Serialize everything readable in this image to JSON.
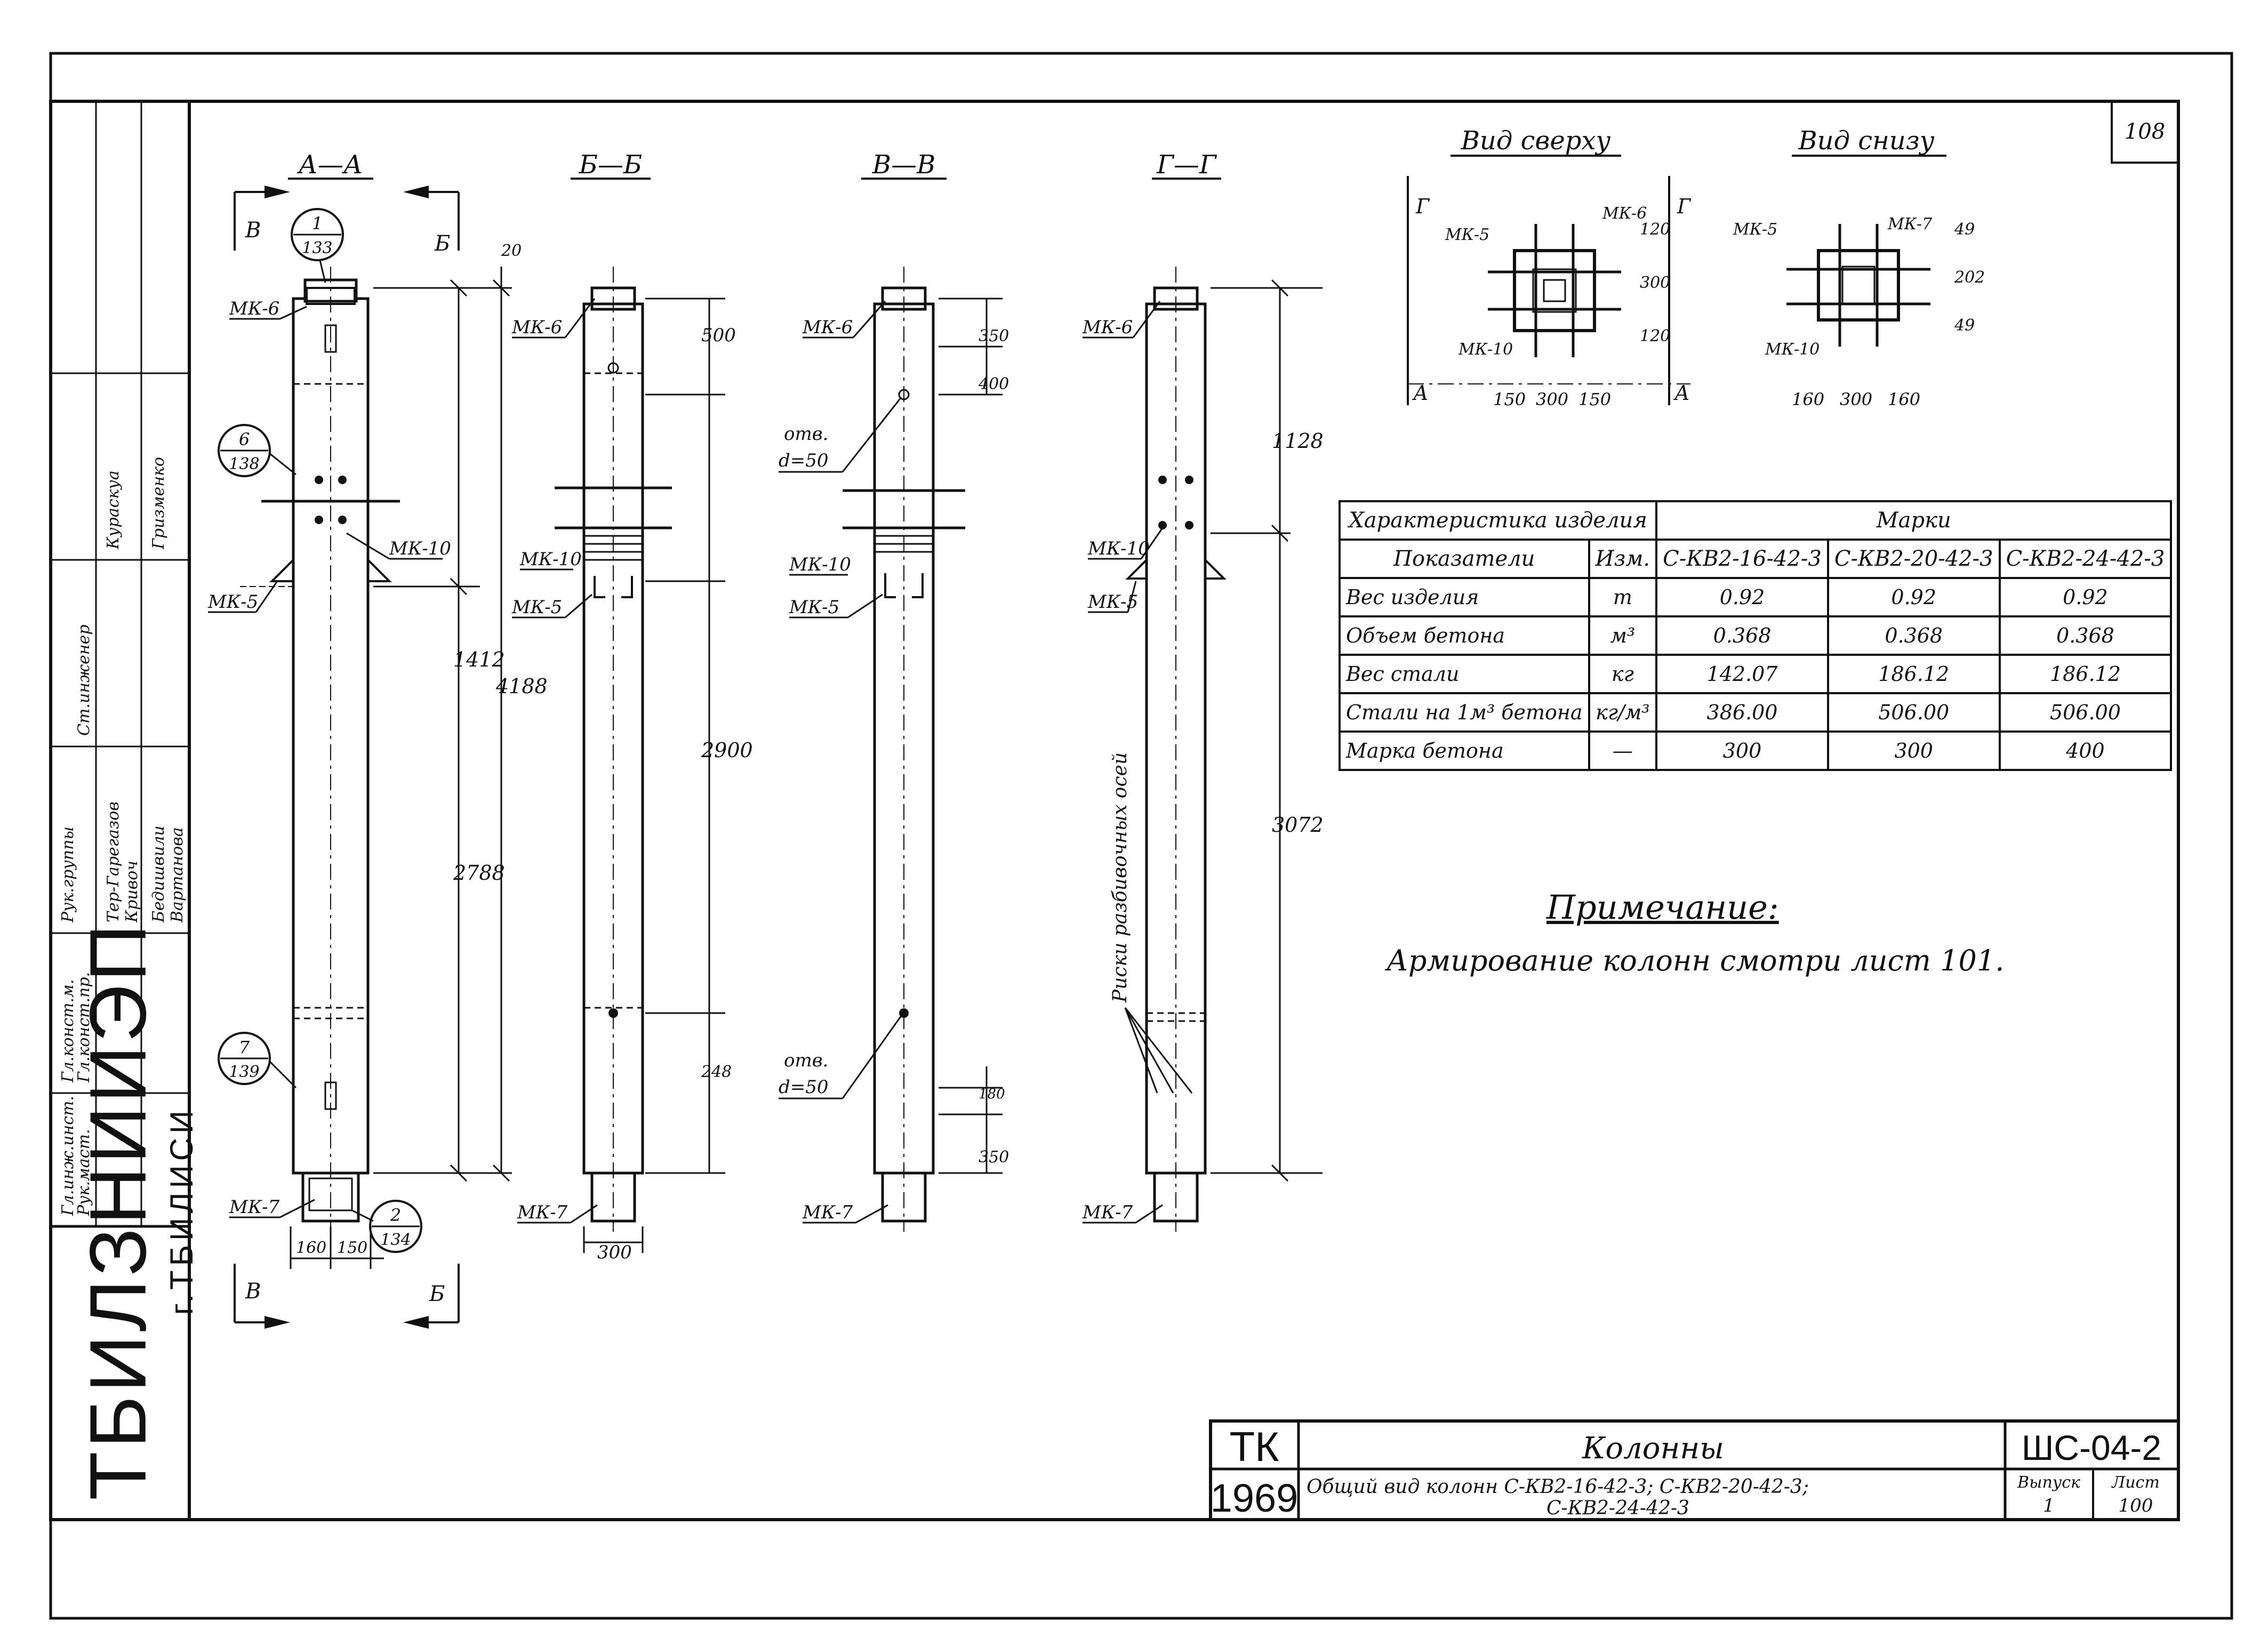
{
  "sheet": {
    "sheet_no_corner": "108",
    "sections": [
      "А—А",
      "Б—Б",
      "В—В",
      "Г—Г"
    ],
    "cut_markers": {
      "a": "А",
      "b": "Б",
      "v": "В",
      "g": "Г"
    }
  },
  "views": {
    "top_title": "Вид сверху",
    "bottom_title": "Вид снизу",
    "top_labels": [
      "МК-5",
      "МК-6",
      "МК-10"
    ],
    "bottom_labels": [
      "МК-5",
      "МК-7",
      "МК-10"
    ],
    "top_dims": [
      "150",
      "300",
      "150"
    ],
    "bottom_dims": [
      "160",
      "300",
      "160"
    ],
    "top_vdims": [
      "120",
      "300",
      "120"
    ],
    "bottom_vdims": [
      "49",
      "202",
      "49"
    ]
  },
  "callouts": {
    "c1": {
      "num": "1",
      "sheet": "133"
    },
    "c6": {
      "num": "6",
      "sheet": "138"
    },
    "c7": {
      "num": "7",
      "sheet": "139"
    },
    "c2": {
      "num": "2",
      "sheet": "134"
    }
  },
  "labels": {
    "mk5": "МК-5",
    "mk6": "МК-6",
    "mk7": "МК-7",
    "mk10": "МК-10",
    "otv": "отв.",
    "d50": "d=50",
    "risks": "Риски разбивочных осей"
  },
  "dims": {
    "d20": "20",
    "d1412": "1412",
    "d4188": "4188",
    "d2788": "2788",
    "d160": "160",
    "d150": "150",
    "d300": "300",
    "d500": "500",
    "d2900": "2900",
    "d248": "248",
    "d350": "350",
    "d400": "400",
    "d180": "180",
    "d1128": "1128",
    "d3072": "3072"
  },
  "spec_table": {
    "h_char": "Характеристика изделия",
    "h_marks": "Марки",
    "h_param": "Показатели",
    "h_unit": "Изм.",
    "marks": [
      "С-КВ2-16-42-3",
      "С-КВ2-20-42-3",
      "С-КВ2-24-42-3"
    ],
    "rows": [
      {
        "label": "Вес изделия",
        "unit": "т",
        "values": [
          "0.92",
          "0.92",
          "0.92"
        ]
      },
      {
        "label": "Объем бетона",
        "unit": "м³",
        "values": [
          "0.368",
          "0.368",
          "0.368"
        ]
      },
      {
        "label": "Вес стали",
        "unit": "кг",
        "values": [
          "142.07",
          "186.12",
          "186.12"
        ]
      },
      {
        "label": "Стали на 1м³ бетона",
        "unit": "кг/м³",
        "values": [
          "386.00",
          "506.00",
          "506.00"
        ]
      },
      {
        "label": "Марка бетона",
        "unit": "—",
        "values": [
          "300",
          "300",
          "400"
        ]
      }
    ]
  },
  "note": {
    "title": "Примечание:",
    "text": "Армирование колонн смотри лист 101."
  },
  "stamp": {
    "org_code": "ТК",
    "year": "1969",
    "title": "Колонны",
    "subtitle_line1": "Общий вид колонн С-КВ2-16-42-3; С-КВ2-20-42-3;",
    "subtitle_line2": "С-КВ2-24-42-3",
    "doc_code": "ШС-04-2",
    "issue_label": "Выпуск",
    "issue": "1",
    "sheet_label": "Лист",
    "sheet": "100"
  },
  "org": {
    "name": "ТБИЛЗНИИЭП",
    "city": "г.ТБИЛИСИ"
  },
  "staff": {
    "roles": [
      "Гл.инж.инст.",
      "Рук.маст.",
      "Гл.конст.м.",
      "Гл.конст.пр.",
      "Рук.группы",
      "Ст.инженер"
    ],
    "names": [
      "Тер-Гарегазов",
      "Кривоч",
      "Бедишвили",
      "Вартанова",
      "Кураскуа",
      "Гризменко"
    ]
  }
}
